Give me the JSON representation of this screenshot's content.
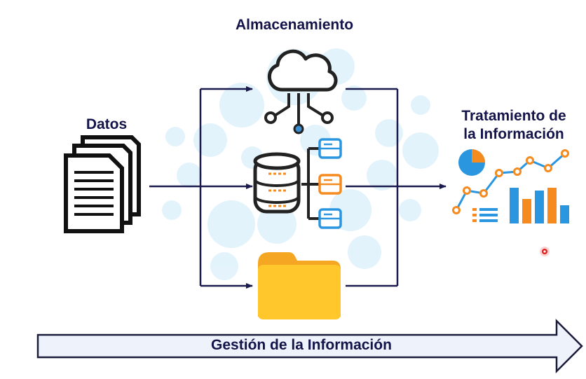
{
  "diagram": {
    "storage_label": "Almacenamiento",
    "data_label": "Datos",
    "treatment_label_line1": "Tratamiento de",
    "treatment_label_line2": "la Información",
    "banner_label": "Gestión de la Información"
  },
  "colors": {
    "text_navy": "#14144a",
    "connector": "#1a1a4e",
    "icon_dark": "#222222",
    "cloud_dot": "#3b8fd0",
    "blue": "#2a96e0",
    "orange": "#f58a1f",
    "folder_front": "#ffc72c",
    "folder_back": "#f5a623",
    "background_blob": "#dff1fb",
    "banner_fill": "#edf2fb"
  },
  "icons": [
    "documents-icon",
    "cloud-network-icon",
    "database-icon",
    "server-icon",
    "folder-icon",
    "pie-chart-icon",
    "line-chart-icon",
    "bar-chart-icon",
    "list-icon"
  ]
}
